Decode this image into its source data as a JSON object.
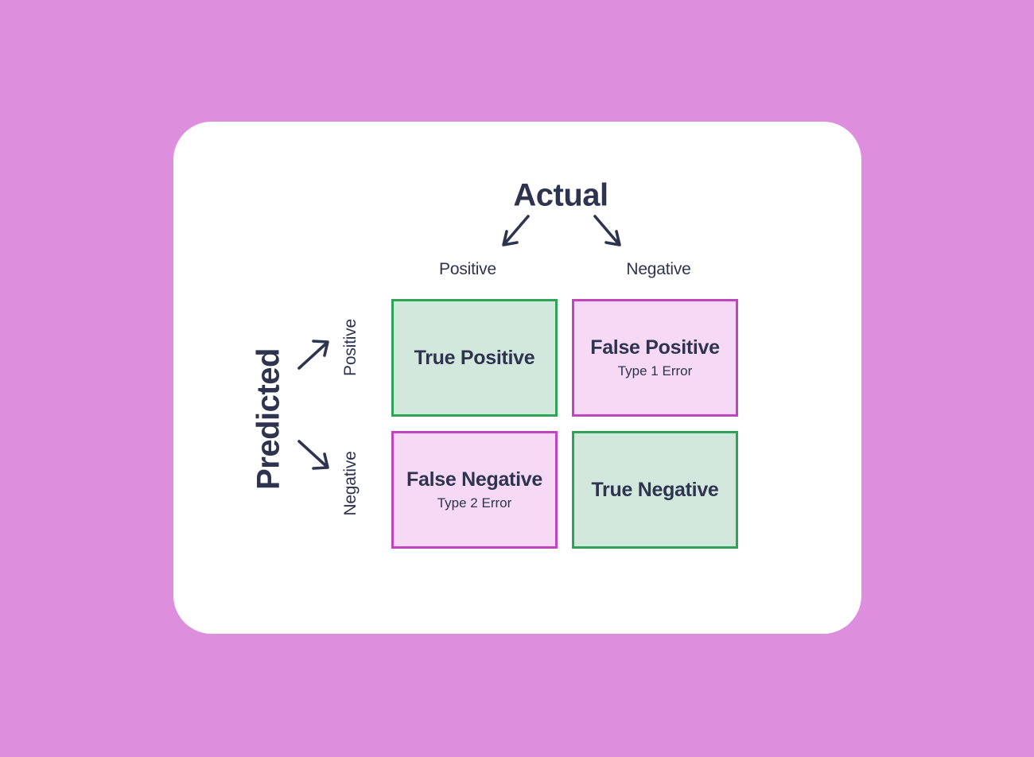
{
  "colors": {
    "bg": "#DD8FDD",
    "card": "#FFFFFF",
    "ink": "#2E3350",
    "green_border": "#2FA356",
    "green_fill": "#D2E8DC",
    "pink_border": "#C344C0",
    "pink_fill": "#F6D9F4"
  },
  "matrix": {
    "actual_label": "Actual",
    "predicted_label": "Predicted",
    "actual_columns": [
      "Positive",
      "Negative"
    ],
    "predicted_rows": [
      "Positive",
      "Negative"
    ],
    "cells": [
      {
        "id": "true-positive",
        "label": "True Positive",
        "sublabel": "",
        "variant": "green"
      },
      {
        "id": "false-positive",
        "label": "False Positive",
        "sublabel": "Type 1 Error",
        "variant": "pink"
      },
      {
        "id": "false-negative",
        "label": "False Negative",
        "sublabel": "Type 2 Error",
        "variant": "pink"
      },
      {
        "id": "true-negative",
        "label": "True Negative",
        "sublabel": "",
        "variant": "green"
      }
    ]
  }
}
